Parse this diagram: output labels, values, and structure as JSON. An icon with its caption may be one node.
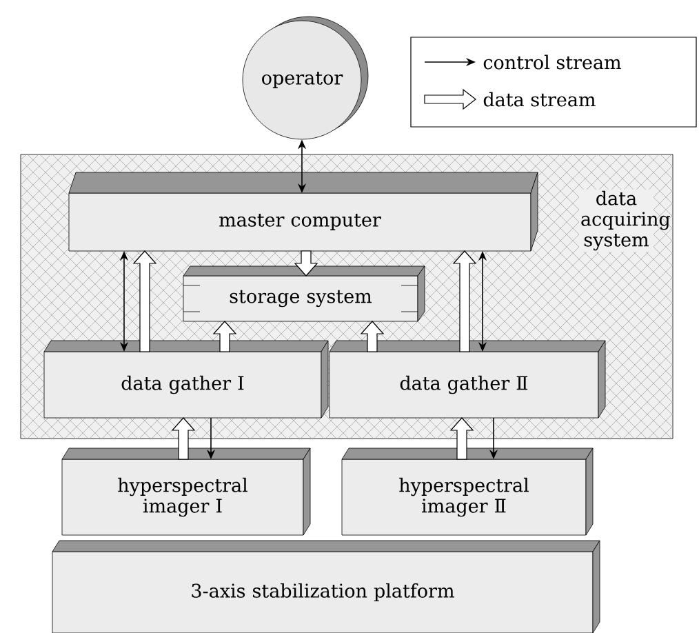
{
  "diagram": {
    "nodes": [
      {
        "text": [
          "operator"
        ]
      },
      {
        "text": [
          "data acquiring system"
        ]
      },
      {
        "text": [
          "master computer"
        ],
        "in": 1
      },
      {
        "text": [
          "storage system"
        ],
        "in": 1
      },
      {
        "text": [
          "data gather Ⅰ"
        ],
        "in": 1
      },
      {
        "text": [
          "data gather Ⅱ"
        ],
        "in": 1
      },
      {
        "text": [
          "hyperspectral imager Ⅰ"
        ]
      },
      {
        "text": [
          "hyperspectral imager Ⅱ"
        ]
      },
      {
        "text": [
          "3-axis stabilization platform"
        ]
      }
    ],
    "edges": [
      {
        "from": 0,
        "to": 2,
        "arrow": "both"
      },
      {
        "from": 2,
        "to": 4,
        "arrow": "both"
      },
      {
        "from": 4,
        "to": 2,
        "arrow": "to",
        "style": "thick"
      },
      {
        "from": 2,
        "to": 3,
        "arrow": "to",
        "style": "thick"
      },
      {
        "from": 4,
        "to": 3,
        "arrow": "to",
        "style": "thick"
      },
      {
        "from": 5,
        "to": 3,
        "arrow": "to",
        "style": "thick"
      },
      {
        "from": 5,
        "to": 2,
        "arrow": "to",
        "style": "thick"
      },
      {
        "from": 2,
        "to": 5,
        "arrow": "both"
      },
      {
        "from": 6,
        "to": 4,
        "arrow": "to",
        "style": "thick"
      },
      {
        "from": 4,
        "to": 6,
        "arrow": "to"
      },
      {
        "from": 7,
        "to": 5,
        "arrow": "to",
        "style": "thick"
      },
      {
        "from": 5,
        "to": 7,
        "arrow": "to"
      }
    ],
    "legend": [
      {
        "text": "control stream"
      },
      {
        "text": "data stream"
      }
    ]
  }
}
